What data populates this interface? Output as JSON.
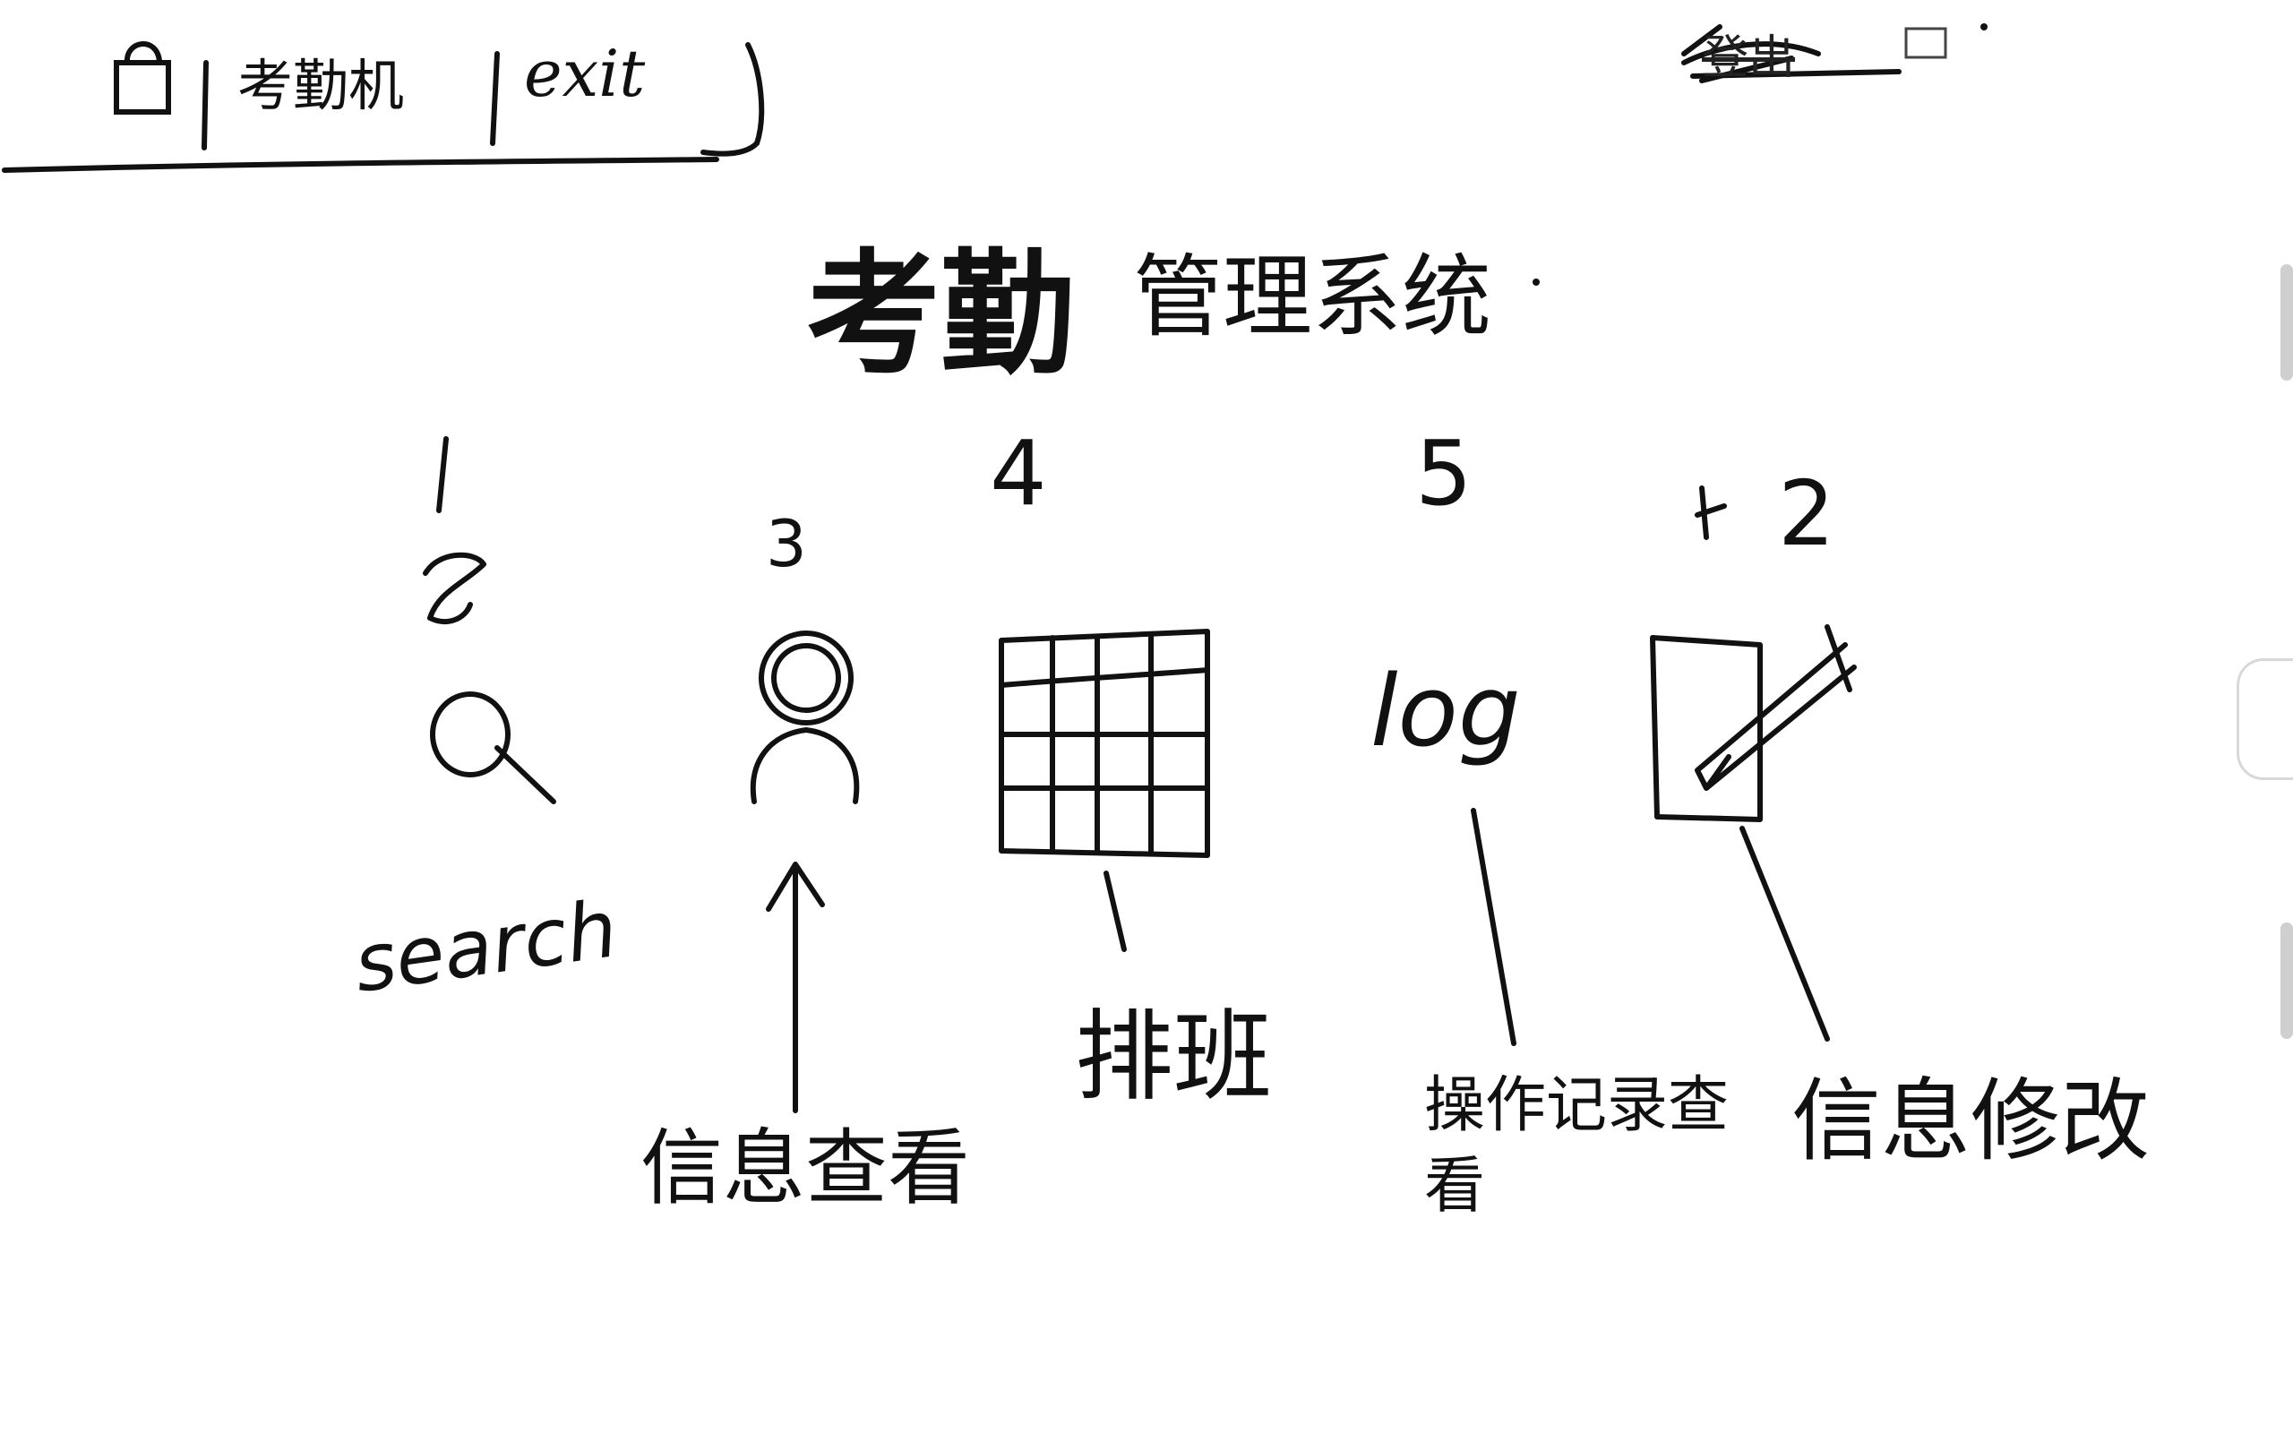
{
  "header": {
    "tab_app": "考勤机",
    "tab_exit": "exit",
    "top_right_scribble": "登出"
  },
  "title": {
    "main": "考勤",
    "sub": "管理系统"
  },
  "features": [
    {
      "number": "1",
      "label": "search",
      "icon": "search-icon"
    },
    {
      "number": "3",
      "label": "信息查看",
      "icon": "user-icon"
    },
    {
      "number": "4",
      "label": "排班",
      "icon": "grid-icon"
    },
    {
      "number": "5",
      "label": "操作记录查看",
      "icon_text": "log",
      "icon": "log-icon"
    },
    {
      "number": "2",
      "label": "信息修改",
      "icon": "edit-icon"
    }
  ]
}
